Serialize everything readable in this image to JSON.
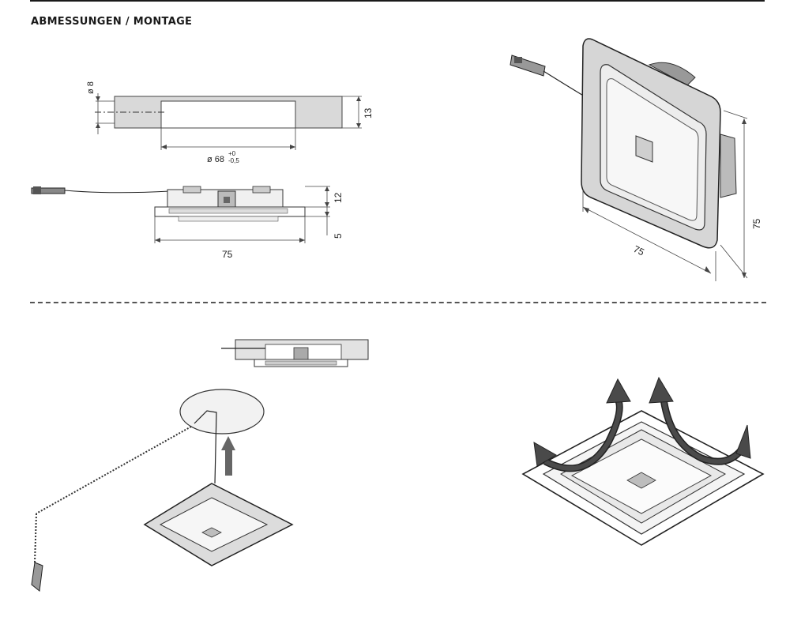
{
  "header": {
    "title": "ABMESSUNGEN / MONTAGE"
  },
  "dimensions": {
    "bore_diameter": "ø 8",
    "cutout_diameter_main": "ø 68",
    "cutout_tol_upper": "+0",
    "cutout_tol_lower": "-0,5",
    "board_thickness": "13",
    "height_top": "12",
    "height_bottom": "5",
    "width_side": "75",
    "iso_width": "75",
    "iso_height": "75"
  }
}
